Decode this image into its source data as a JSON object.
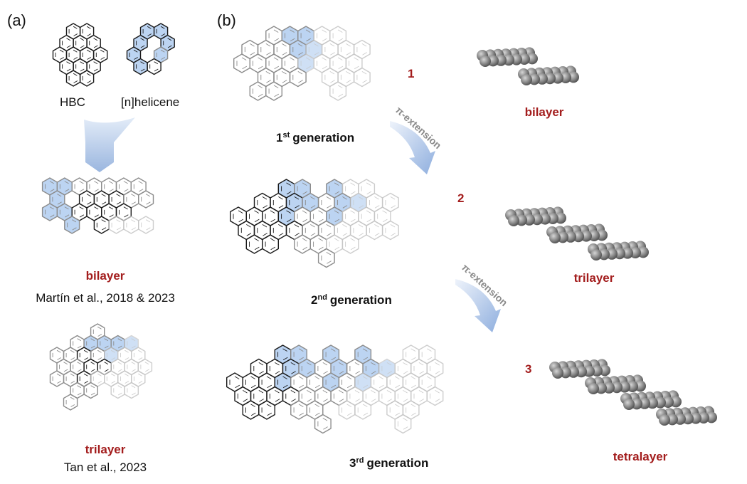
{
  "panels": {
    "a": "(a)",
    "b": "(b)"
  },
  "panel_a": {
    "hbc_label": "HBC",
    "helicene_label": "[n]helicene",
    "bilayer": {
      "name": "bilayer",
      "ref": "Martín et al., 2018 & 2023"
    },
    "trilayer": {
      "name": "trilayer",
      "ref": "Tan et al., 2023"
    }
  },
  "panel_b": {
    "arrow_label": "π-extension",
    "generations": [
      {
        "number": "1",
        "gen_num": "1",
        "gen_sup": "st",
        "gen_word": "generation",
        "stack": "bilayer",
        "layers": 2
      },
      {
        "number": "2",
        "gen_num": "2",
        "gen_sup": "nd",
        "gen_word": "generation",
        "stack": "trilayer",
        "layers": 3
      },
      {
        "number": "3",
        "gen_num": "3",
        "gen_sup": "rd",
        "gen_word": "generation",
        "stack": "tetralayer",
        "layers": 4
      }
    ]
  },
  "colors": {
    "black_ring": "#1a1a1a",
    "gray_ring": "#8c8c8c",
    "light_ring": "#c4c4c4",
    "blue_fill": "#bcd4f2",
    "red_label": "#a31d1d",
    "arrow_blue": "#9ab6df"
  }
}
